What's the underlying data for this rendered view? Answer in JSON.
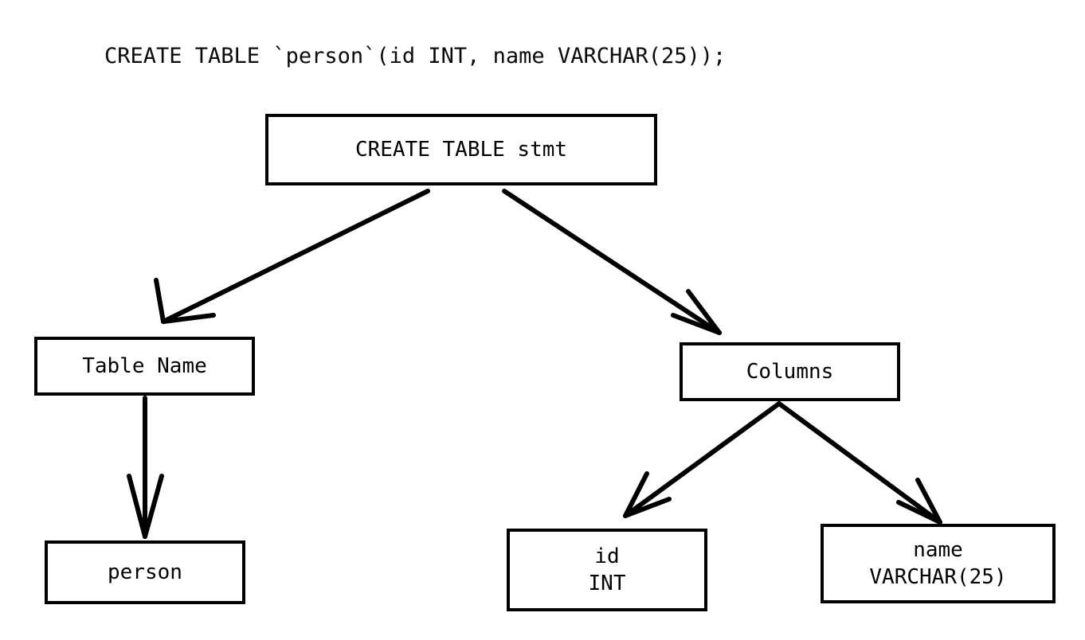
{
  "diagram": {
    "title": "CREATE TABLE `person`(id INT, name VARCHAR(25));",
    "type": "parse-tree",
    "background_color": "#ffffff",
    "stroke_color": "#000000",
    "text_color": "#000000"
  },
  "nodes": {
    "root": {
      "label": "CREATE TABLE stmt"
    },
    "table_name": {
      "label": "Table Name"
    },
    "person": {
      "label": "person"
    },
    "columns": {
      "label": "Columns"
    },
    "column_id": {
      "name": "id",
      "type": "INT"
    },
    "column_name": {
      "name": "name",
      "type": "VARCHAR(25)"
    }
  },
  "edges": [
    {
      "from": "root",
      "to": "table_name",
      "arrowhead": "open-v"
    },
    {
      "from": "root",
      "to": "columns",
      "arrowhead": "open-v"
    },
    {
      "from": "table_name",
      "to": "person",
      "arrowhead": "open-v"
    },
    {
      "from": "columns",
      "to": "column_id",
      "arrowhead": "open-v"
    },
    {
      "from": "columns",
      "to": "column_name",
      "arrowhead": "open-v"
    }
  ]
}
